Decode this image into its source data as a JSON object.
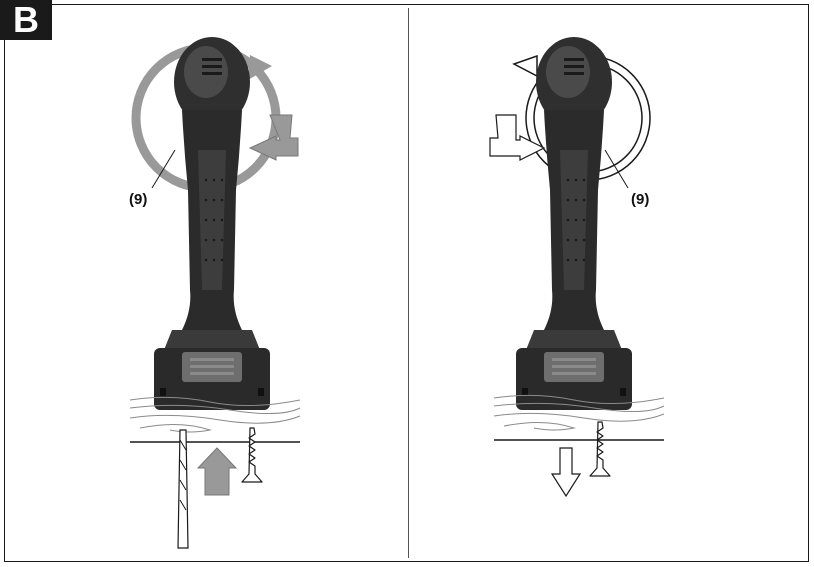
{
  "figure": {
    "label": "B",
    "callouts": {
      "left": "(9)",
      "right": "(9)"
    },
    "panels": [
      {
        "name": "left",
        "rotation": "clockwise",
        "screw_direction": "in"
      },
      {
        "name": "right",
        "rotation": "counterclockwise",
        "screw_direction": "out"
      }
    ],
    "colors": {
      "tool_body": "#2b2b2b",
      "tool_highlight": "#555555",
      "arrow_filled": "#999999",
      "arrow_outline": "#1a1a1a",
      "wood_line": "#8a8a8a"
    }
  }
}
